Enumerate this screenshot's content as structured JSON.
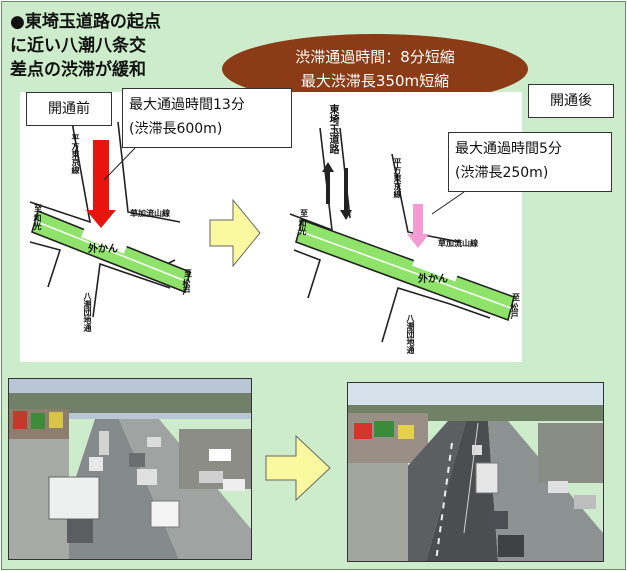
{
  "headline": {
    "line1": "●東埼玉道路の起点",
    "line2": "に近い八潮八条交",
    "line3": "差点の渋滞が緩和"
  },
  "summary": {
    "line1": "渋滞通過時間：8分短縮",
    "line2": "最大渋滞長350m短縮"
  },
  "before": {
    "label": "開通前",
    "callout_line1": "最大通過時間13分",
    "callout_line2": "(渋滞長600m)"
  },
  "after": {
    "label": "開通後",
    "callout_line1": "最大通過時間5分",
    "callout_line2": "(渋滞長250m)"
  },
  "roads": {
    "hirakata": "平方東京線",
    "soka": "草加流山線",
    "sotokan": "外かん",
    "yashio": "八潮団地通",
    "higashi_saitama": "東埼玉道路",
    "to_wako_1": "至",
    "to_wako_2": "和光",
    "to_matsudo_1": "至",
    "to_matsudo_2": "松戸"
  },
  "colors": {
    "panel_bg": "#cdeccb",
    "ellipse": "#8b3b15",
    "expressway": "#8fe36a",
    "arrow_before": "#e8140e",
    "arrow_after": "#f39bd2",
    "transition_arrow": "#fbf9a0"
  }
}
